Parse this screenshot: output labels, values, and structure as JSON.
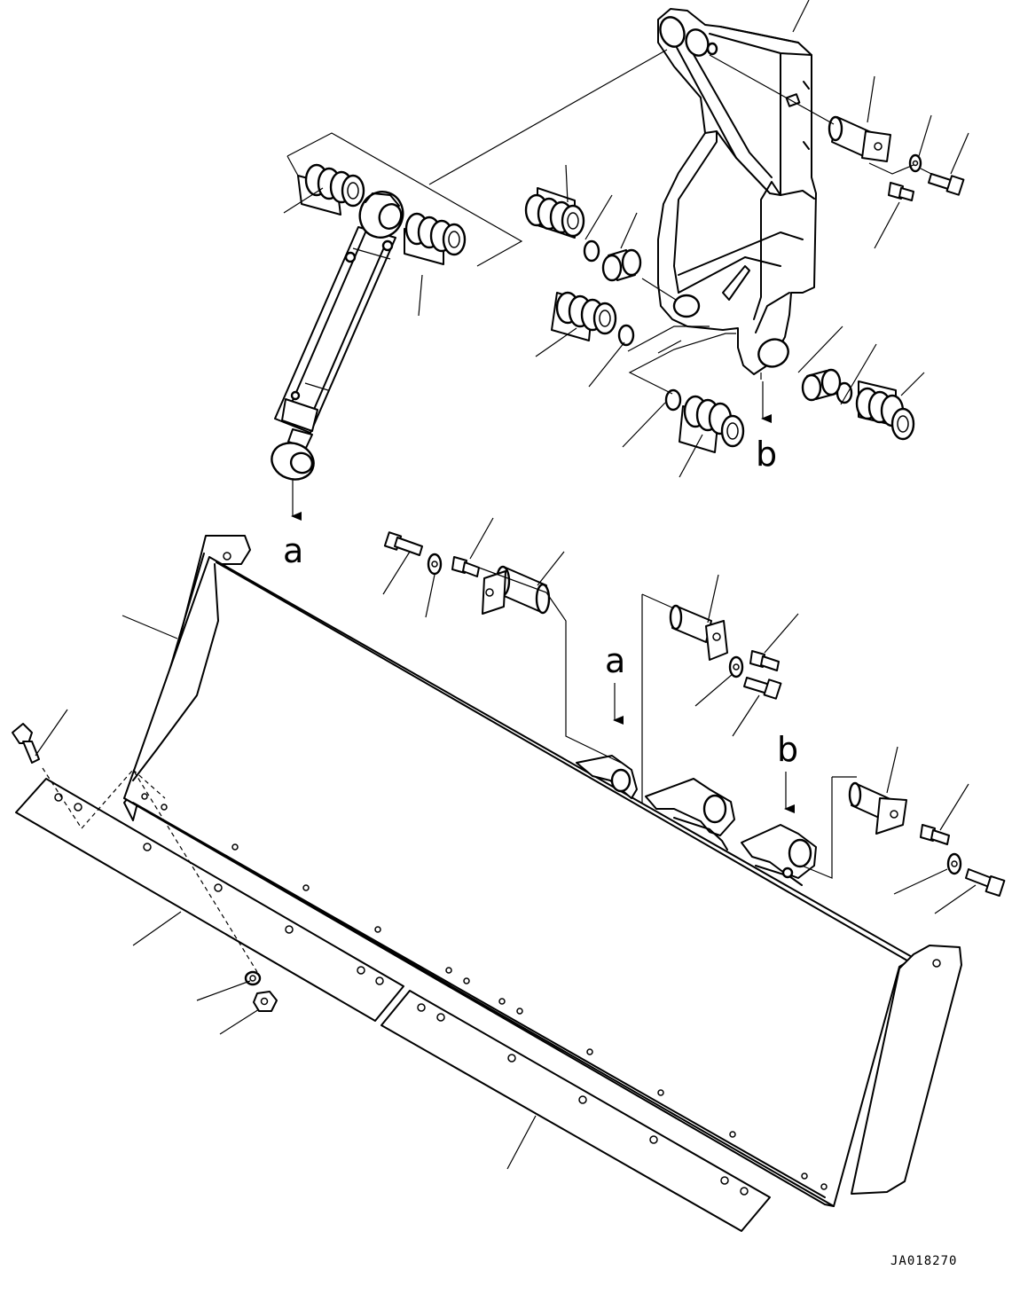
{
  "drawing_code": "JA018270",
  "callouts": {
    "a": "a",
    "b": "b"
  },
  "parts": [
    {
      "name": "lift-frame-bracket"
    },
    {
      "name": "hydraulic-cylinder"
    },
    {
      "name": "shim-pack"
    },
    {
      "name": "seal-ring"
    },
    {
      "name": "bushing"
    },
    {
      "name": "pivot-pin"
    },
    {
      "name": "bolt"
    },
    {
      "name": "washer"
    },
    {
      "name": "grease-fitting"
    },
    {
      "name": "blade"
    },
    {
      "name": "cutting-edge"
    },
    {
      "name": "plow-bolt"
    },
    {
      "name": "nut"
    }
  ]
}
